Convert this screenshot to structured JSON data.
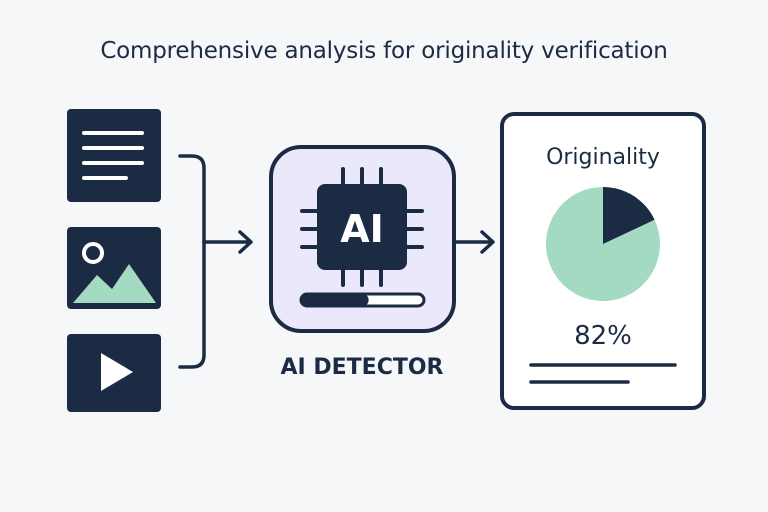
{
  "title": "Comprehensive analysis for originality verification",
  "inputs": [
    {
      "type": "document",
      "icon": "document-icon"
    },
    {
      "type": "image",
      "icon": "image-icon"
    },
    {
      "type": "video",
      "icon": "play-icon"
    }
  ],
  "detector": {
    "chip_text": "AI",
    "label": "AI DETECTOR",
    "progress": 0.55
  },
  "result": {
    "title": "Originality",
    "value_text": "82%",
    "value": 0.82
  },
  "colors": {
    "navy": "#1b2b44",
    "mint": "#a4dac2",
    "lavender": "#ece8fb",
    "white": "#ffffff",
    "background": "#f6f7f9"
  }
}
